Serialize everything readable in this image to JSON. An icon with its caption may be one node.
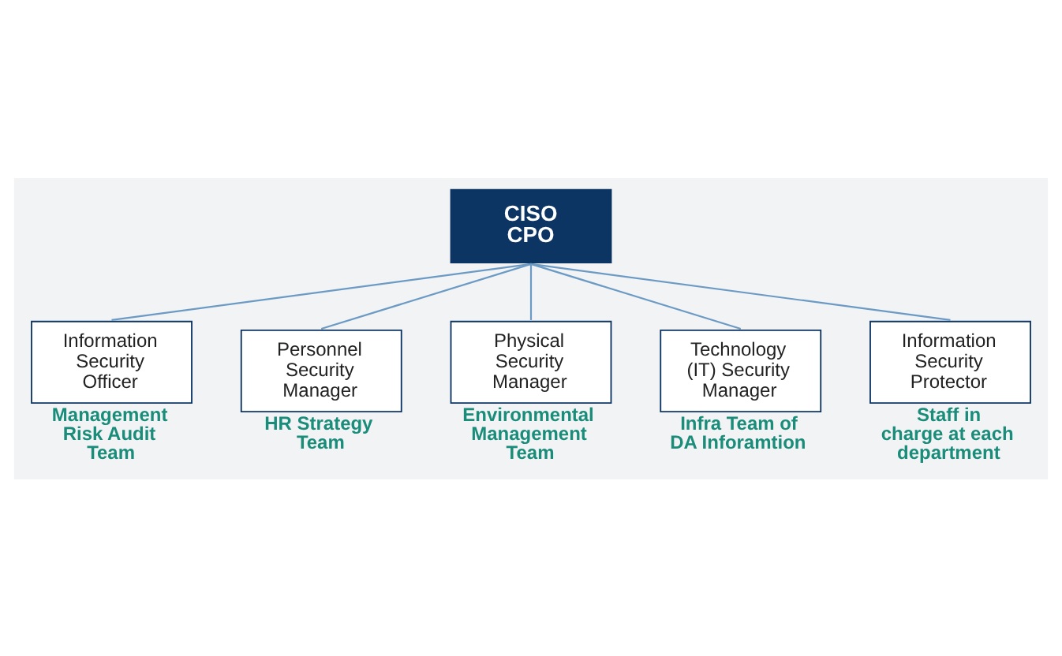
{
  "diagram": {
    "nodes": [
      {
        "text": [
          "CISO",
          "CPO"
        ]
      },
      {
        "text": [
          "Information Security Officer"
        ],
        "beside": [
          "Management Risk Audit Team"
        ]
      },
      {
        "text": [
          "Personnel Security Manager"
        ],
        "beside": [
          "HR Strategy Team"
        ]
      },
      {
        "text": [
          "Physical Security Manager"
        ],
        "beside": [
          "Environmental Management Team"
        ]
      },
      {
        "text": [
          "Technology (IT) Security Manager"
        ],
        "beside": [
          "Infra Team of DA Inforamtion"
        ]
      },
      {
        "text": [
          "Information Security Protector"
        ],
        "beside": [
          "Staff in charge at each department"
        ]
      }
    ],
    "edges": [
      {
        "from": 0,
        "to": 1,
        "arrow": "none"
      },
      {
        "from": 0,
        "to": 2,
        "arrow": "none"
      },
      {
        "from": 0,
        "to": 3,
        "arrow": "none"
      },
      {
        "from": 0,
        "to": 4,
        "arrow": "none"
      },
      {
        "from": 0,
        "to": 5,
        "arrow": "none"
      }
    ]
  }
}
